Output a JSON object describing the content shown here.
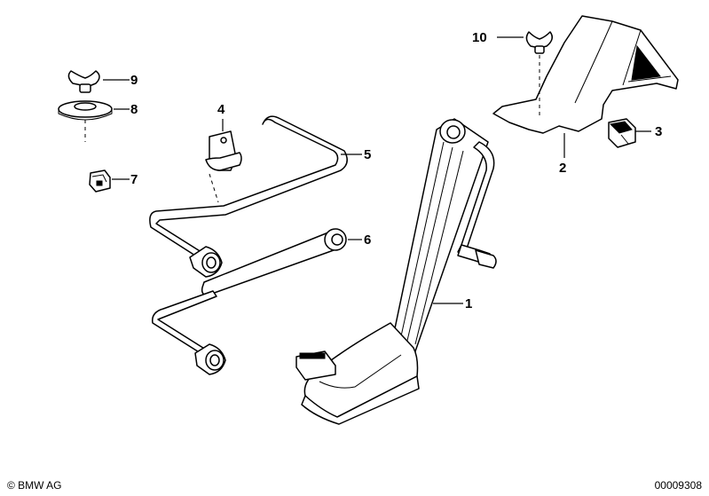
{
  "callouts": [
    {
      "id": "1",
      "label": "1"
    },
    {
      "id": "2",
      "label": "2"
    },
    {
      "id": "3",
      "label": "3"
    },
    {
      "id": "4",
      "label": "4"
    },
    {
      "id": "5",
      "label": "5"
    },
    {
      "id": "6",
      "label": "6"
    },
    {
      "id": "7",
      "label": "7"
    },
    {
      "id": "8",
      "label": "8"
    },
    {
      "id": "9",
      "label": "9"
    },
    {
      "id": "10",
      "label": "10"
    }
  ],
  "footer": {
    "copyright": "© BMW AG",
    "diagram_number": "00009308"
  }
}
